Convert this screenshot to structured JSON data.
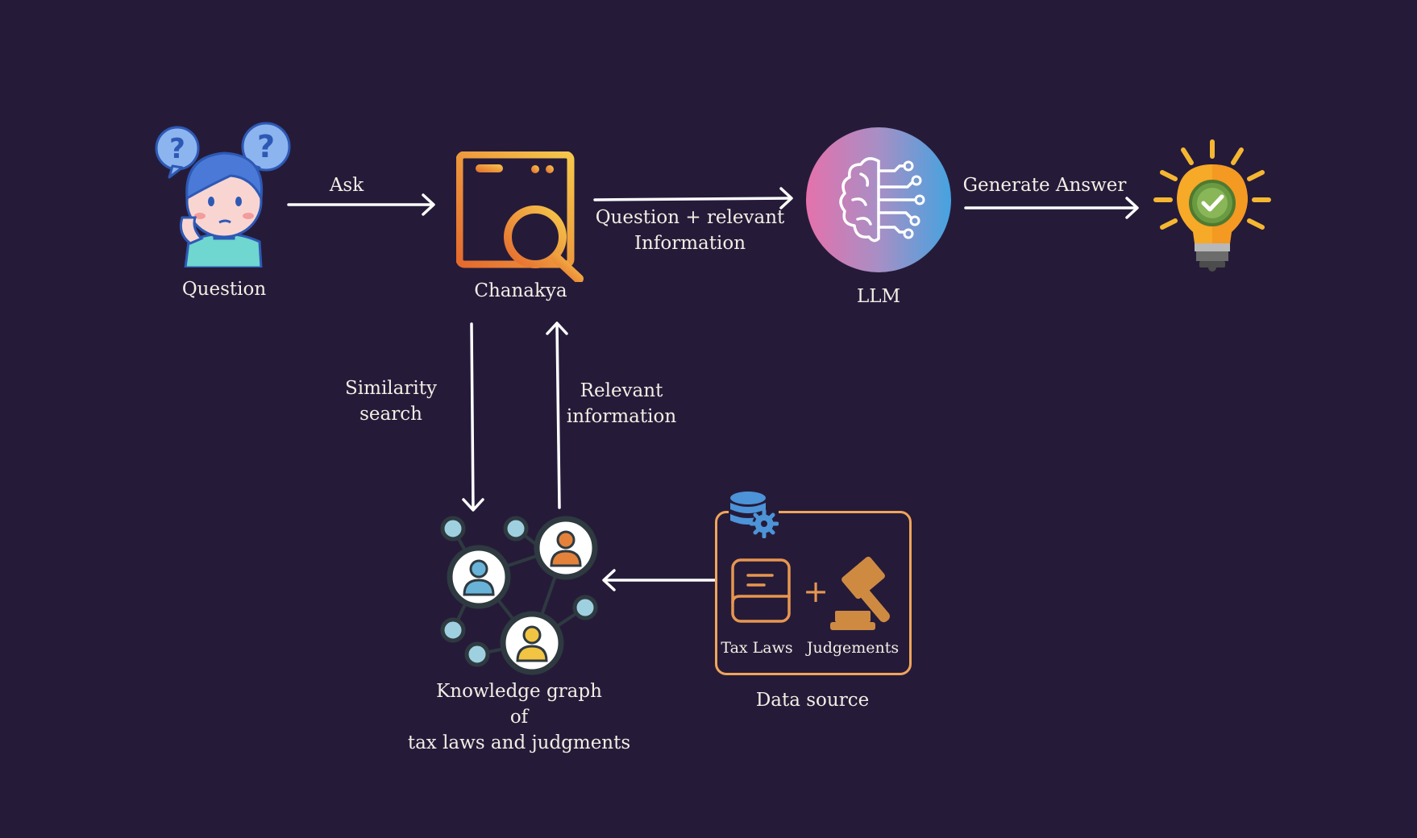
{
  "nodes": {
    "question": {
      "label": "Question",
      "icon": "confused-person-icon"
    },
    "chanakya": {
      "label": "Chanakya",
      "icon": "browser-search-icon"
    },
    "llm": {
      "label": "LLM",
      "icon": "ai-brain-icon"
    },
    "answer": {
      "icon": "lightbulb-check-icon"
    },
    "knowledge_graph": {
      "label_lines": [
        "Knowledge graph",
        "of",
        "tax laws and judgments"
      ],
      "icon": "network-people-icon"
    },
    "data_source": {
      "label": "Data source",
      "icon": "database-gear-icon",
      "items": [
        {
          "label": "Tax Laws",
          "icon": "law-book-icon"
        },
        {
          "label": "Judgements",
          "icon": "gavel-icon"
        }
      ],
      "plus": "+"
    }
  },
  "edges": {
    "ask": {
      "label": "Ask"
    },
    "question_info": {
      "label_lines": [
        "Question + relevant",
        "Information"
      ]
    },
    "generate": {
      "label": "Generate Answer"
    },
    "similarity": {
      "label_lines": [
        "Similarity",
        "search"
      ]
    },
    "relevant": {
      "label_lines": [
        "Relevant",
        "information"
      ]
    }
  },
  "colors": {
    "background": "#251b39",
    "text": "#f3eee4",
    "accent_orange": "#f0a55a",
    "accent_blue": "#4aa3df",
    "accent_pink": "#e07ab0"
  }
}
